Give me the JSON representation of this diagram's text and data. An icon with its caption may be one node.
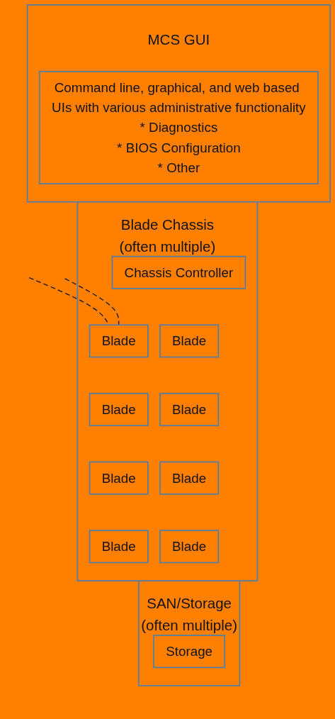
{
  "diagram": {
    "nodes": [
      {
        "text": [
          "MCS GUI"
        ]
      },
      {
        "text": [
          "Command line, graphical, and web based UIs with various administrative functionality",
          "* Diagnostics",
          "* BIOS Configuration",
          "* Other"
        ],
        "in": 0
      },
      {
        "text": [
          "Blade Chassis"
        ],
        "beside": [
          "(often multiple)"
        ]
      },
      {
        "text": [
          "Chassis Controller"
        ],
        "in": 2
      },
      {
        "text": [
          "Blade"
        ],
        "in": 2
      },
      {
        "text": [
          "Blade"
        ],
        "in": 2
      },
      {
        "text": [
          "Blade"
        ],
        "in": 2
      },
      {
        "text": [
          "Blade"
        ],
        "in": 2
      },
      {
        "text": [
          "Blade"
        ],
        "in": 2
      },
      {
        "text": [
          "Blade"
        ],
        "in": 2
      },
      {
        "text": [
          "Blade"
        ],
        "in": 2
      },
      {
        "text": [
          "Blade"
        ],
        "in": 2
      },
      {
        "text": [
          "SAN/Storage"
        ],
        "beside": [
          "(often multiple)"
        ]
      },
      {
        "text": [
          "Storage"
        ],
        "in": 12
      }
    ],
    "edges": [
      {
        "from": null,
        "to": 4,
        "arrow": "none",
        "style": "dashed"
      },
      {
        "from": null,
        "to": 4,
        "arrow": "none",
        "style": "dashed"
      }
    ]
  }
}
